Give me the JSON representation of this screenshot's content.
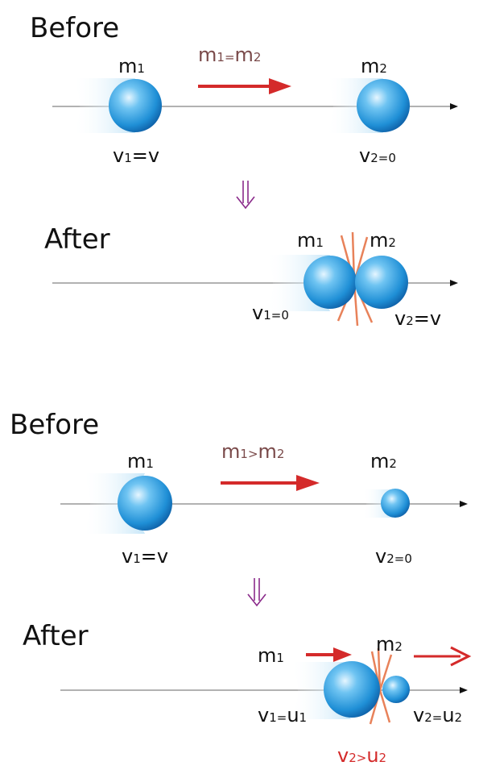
{
  "scenario1": {
    "before": {
      "heading": "Before",
      "m1": {
        "main": "m",
        "sub": "1"
      },
      "m2": {
        "main": "m",
        "sub": "2"
      },
      "condition": {
        "a": "m",
        "a_sub": "1",
        "op": "=",
        "b": "m",
        "b_sub": "2"
      },
      "v1": {
        "main": "v",
        "sub": "1",
        "rest": "=v"
      },
      "v2": {
        "main": "v",
        "sub": "2",
        "rest": "=0"
      }
    },
    "after": {
      "heading": "After",
      "m1": {
        "main": "m",
        "sub": "1"
      },
      "m2": {
        "main": "m",
        "sub": "2"
      },
      "v1": {
        "main": "v",
        "sub": "1",
        "rest": "=0"
      },
      "v2": {
        "main": "v",
        "sub": "2",
        "rest": "=v"
      }
    }
  },
  "scenario2": {
    "before": {
      "heading": "Before",
      "m1": {
        "main": "m",
        "sub": "1"
      },
      "m2": {
        "main": "m",
        "sub": "2"
      },
      "condition": {
        "a": "m",
        "a_sub": "1",
        "op": ">",
        "b": "m",
        "b_sub": "2"
      },
      "v1": {
        "main": "v",
        "sub": "1",
        "rest": "=v"
      },
      "v2": {
        "main": "v",
        "sub": "2",
        "rest": "=0"
      }
    },
    "after": {
      "heading": "After",
      "m1": {
        "main": "m",
        "sub": "1"
      },
      "m2": {
        "main": "m",
        "sub": "2"
      },
      "v1": {
        "main": "v",
        "sub": "1",
        "eq": "=",
        "u": "u",
        "u_sub": "1"
      },
      "v2": {
        "main": "v",
        "sub": "2",
        "eq": "=",
        "u": "u",
        "u_sub": "2"
      }
    },
    "result": {
      "a": "v",
      "a_sub": "2",
      "op": ">",
      "b": "u",
      "b_sub": "2"
    }
  },
  "colors": {
    "arrow_red": "#d42a2a",
    "down_arrow": "#8a2a8a",
    "ball": "#2a9ad8",
    "burst": "#e8825a"
  }
}
